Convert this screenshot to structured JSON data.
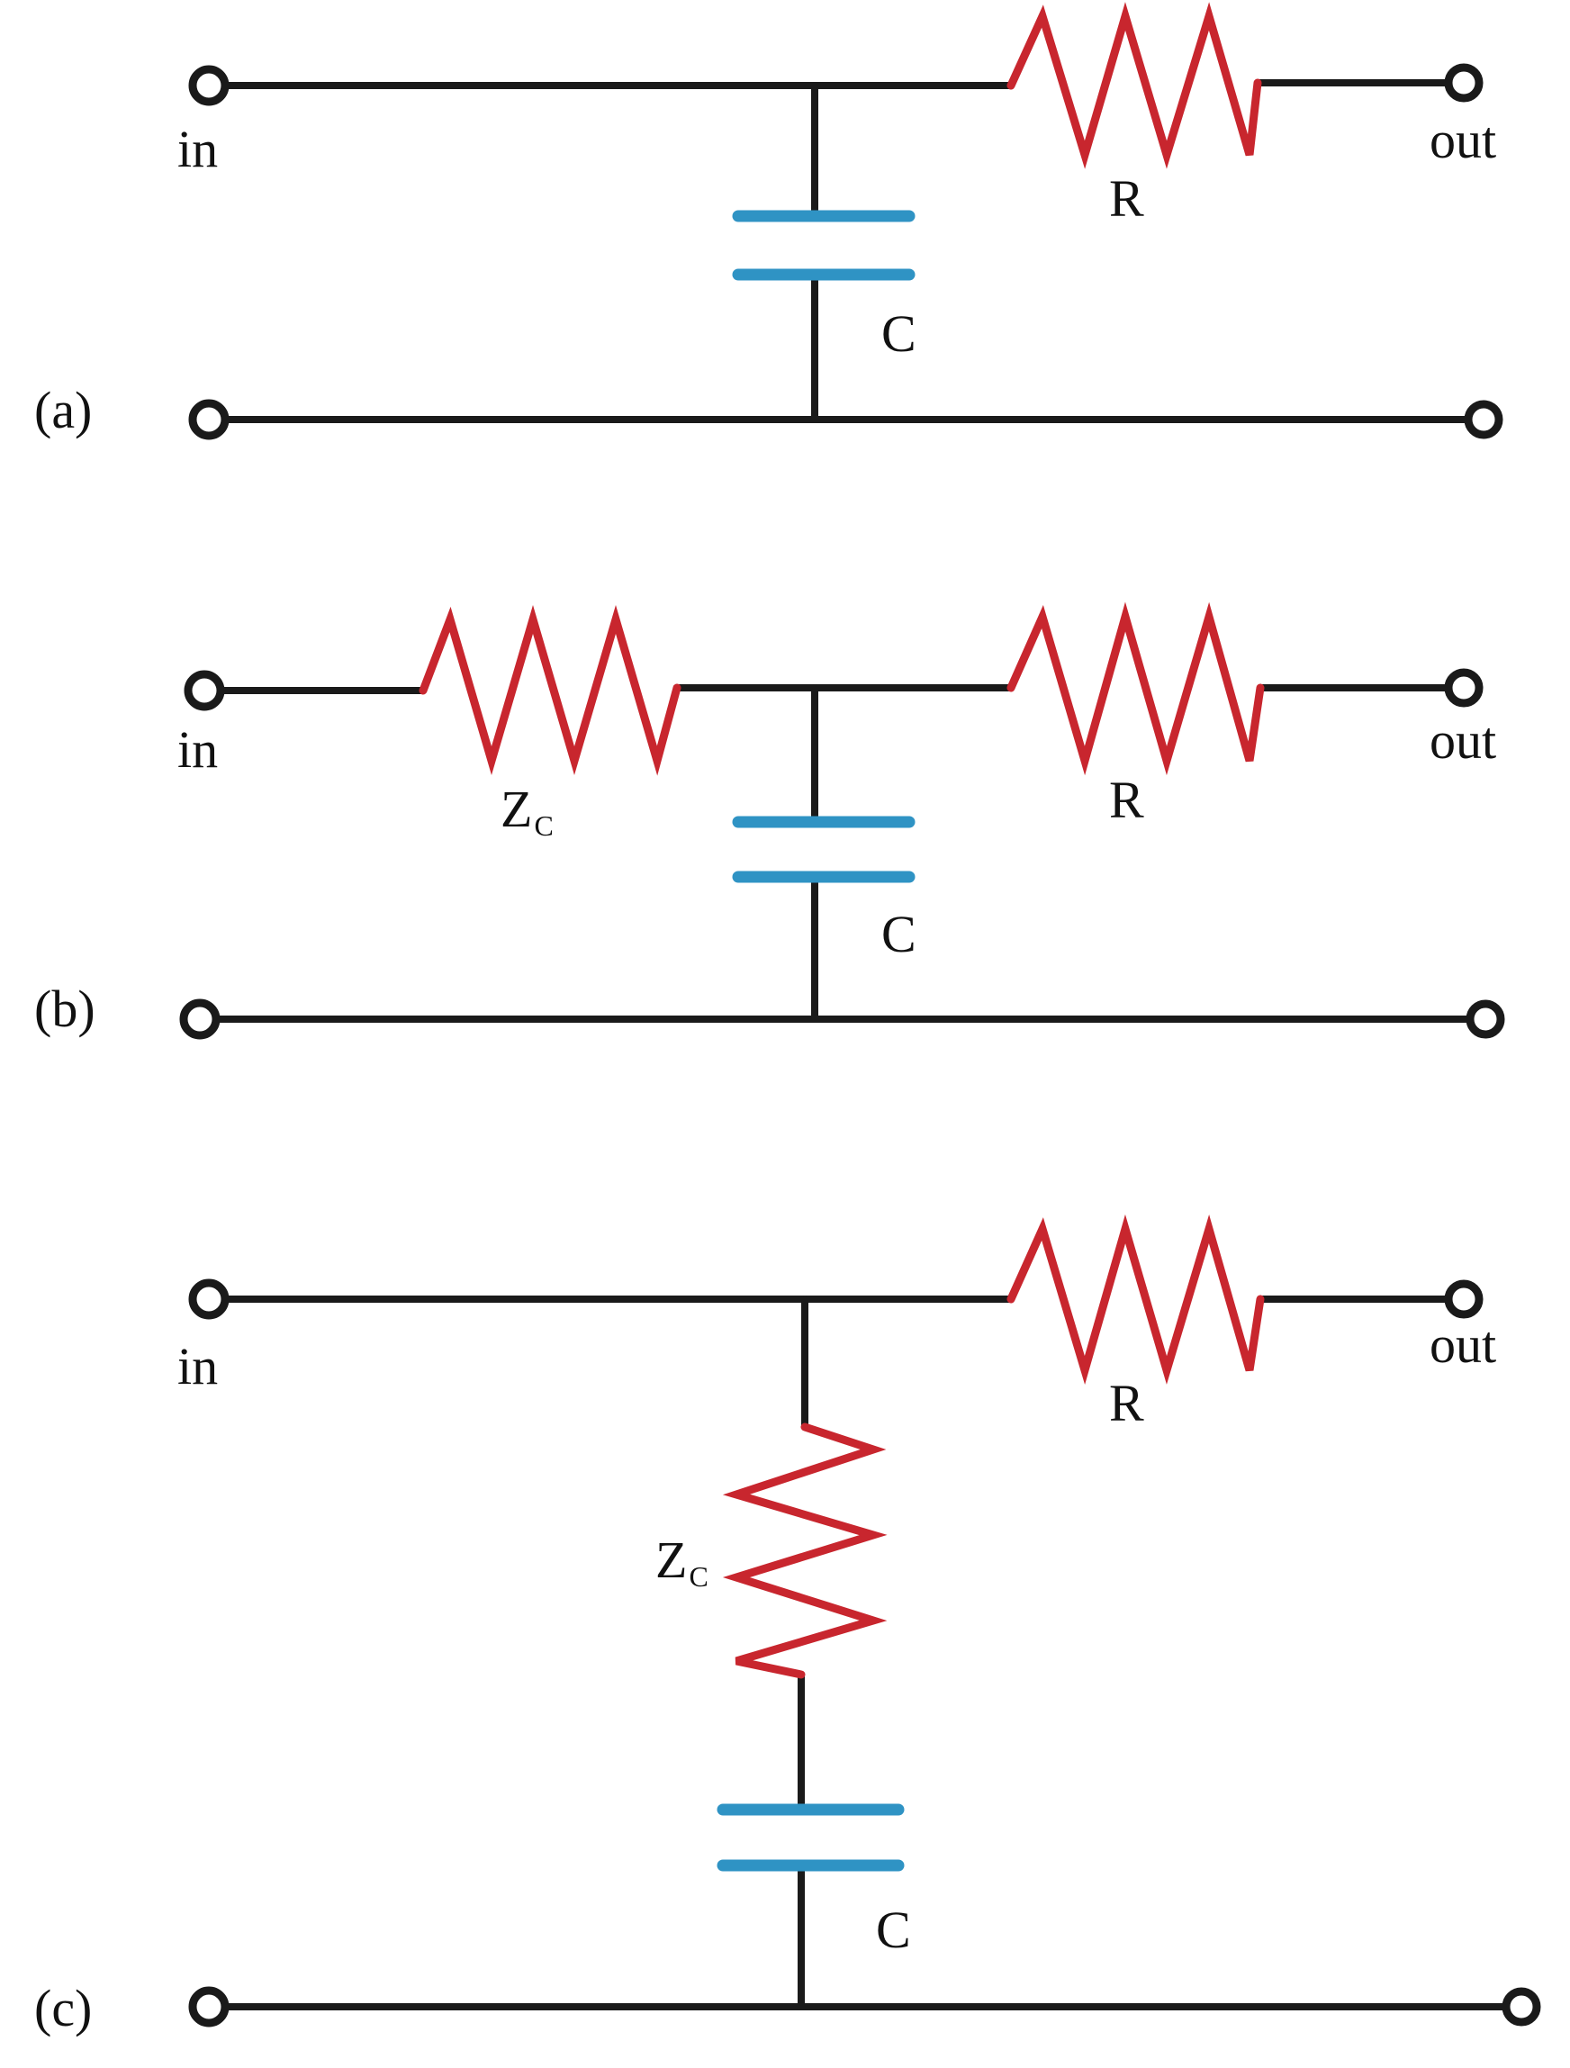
{
  "circuits": [
    {
      "panel_label": "(a)",
      "input_label": "in",
      "output_label": "out",
      "series_resistor_label": "R",
      "capacitor_label": "C"
    },
    {
      "panel_label": "(b)",
      "input_label": "in",
      "output_label": "out",
      "series_resistor_label": "R",
      "input_impedance_label": "Z",
      "input_impedance_subscript": "C",
      "capacitor_label": "C"
    },
    {
      "panel_label": "(c)",
      "input_label": "in",
      "output_label": "out",
      "series_resistor_label": "R",
      "shunt_impedance_label": "Z",
      "shunt_impedance_subscript": "C",
      "capacitor_label": "C"
    }
  ],
  "colors": {
    "wire": "#1a1a1a",
    "resistor": "#c8262e",
    "capacitor": "#2f93c4"
  }
}
